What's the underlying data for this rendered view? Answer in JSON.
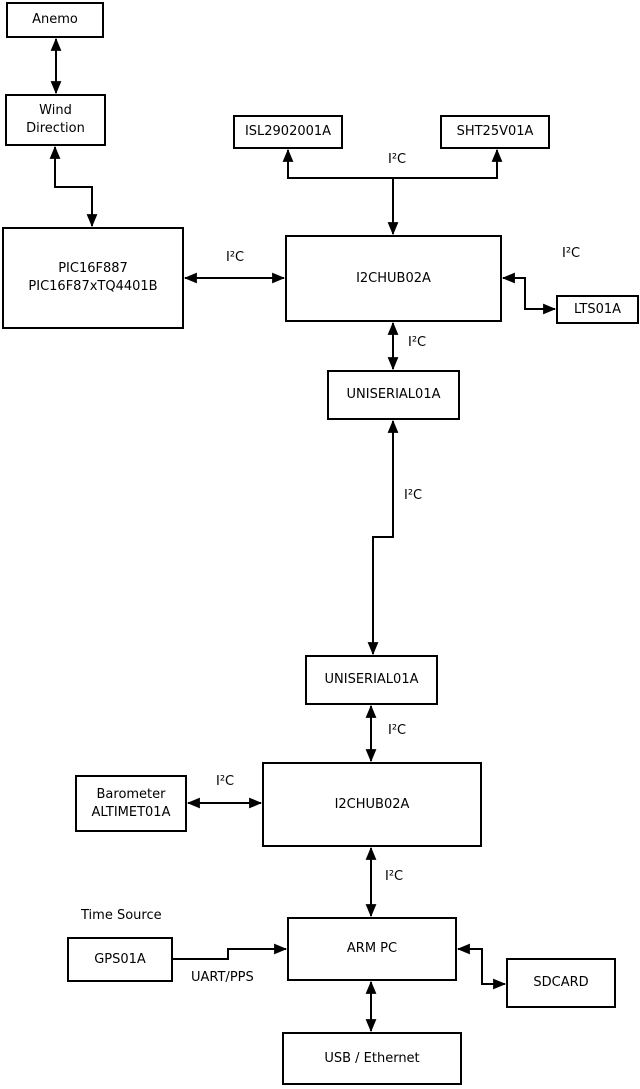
{
  "diagram": {
    "nodes": {
      "anemo": {
        "label": "Anemo"
      },
      "wind": {
        "label": "Wind\nDirection"
      },
      "pic": {
        "label": "PIC16F887\nPIC16F87xTQ4401B"
      },
      "isl": {
        "label": "ISL2902001A"
      },
      "sht": {
        "label": "SHT25V01A"
      },
      "hub1": {
        "label": "I2CHUB02A"
      },
      "lts": {
        "label": "LTS01A"
      },
      "uniserial1": {
        "label": "UNISERIAL01A"
      },
      "uniserial2": {
        "label": "UNISERIAL01A"
      },
      "hub2": {
        "label": "I2CHUB02A"
      },
      "barometer": {
        "label": "Barometer\nALTIMET01A"
      },
      "gps": {
        "label": "GPS01A"
      },
      "armpc": {
        "label": "ARM PC"
      },
      "sdcard": {
        "label": "SDCARD"
      },
      "usb": {
        "label": "USB / Ethernet"
      }
    },
    "edge_labels": {
      "i2c_sensors": "I²C",
      "i2c_pic_hub1": "I²C",
      "i2c_lts": "I²C",
      "i2c_hub1_uni": "I²C",
      "i2c_uni_uni": "I²C",
      "i2c_uni_hub2": "I²C",
      "i2c_baro": "I²C",
      "i2c_hub2_arm": "I²C",
      "time_source": "Time Source",
      "uart_pps": "UART/PPS"
    },
    "colors": {
      "line": "#000000",
      "background": "#ffffff"
    }
  }
}
